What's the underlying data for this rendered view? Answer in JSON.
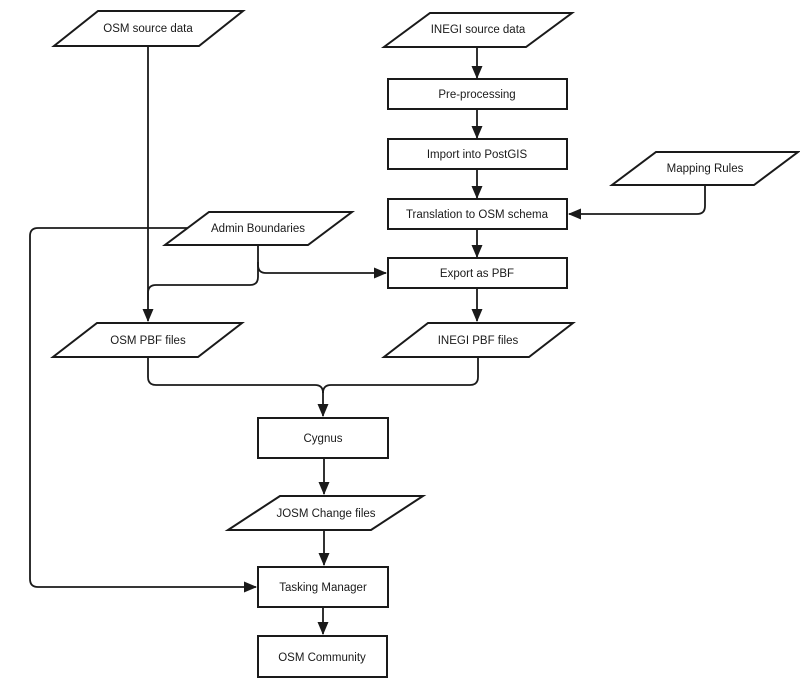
{
  "diagram": {
    "type": "flowchart",
    "colors": {
      "stroke": "#1a1a1a",
      "node_fill": "#ffffff",
      "background": "#ffffff"
    },
    "nodes": [
      {
        "id": "osm-source-data",
        "label": "OSM source data",
        "shape": "parallelogram"
      },
      {
        "id": "inegi-source-data",
        "label": "INEGI source data",
        "shape": "parallelogram"
      },
      {
        "id": "pre-processing",
        "label": "Pre-processing",
        "shape": "rect"
      },
      {
        "id": "import-into-postgis",
        "label": "Import into PostGIS",
        "shape": "rect"
      },
      {
        "id": "mapping-rules",
        "label": "Mapping Rules",
        "shape": "parallelogram"
      },
      {
        "id": "translation-to-osm-schema",
        "label": "Translation to OSM schema",
        "shape": "rect"
      },
      {
        "id": "admin-boundaries",
        "label": "Admin Boundaries",
        "shape": "parallelogram"
      },
      {
        "id": "export-as-pbf",
        "label": "Export as PBF",
        "shape": "rect"
      },
      {
        "id": "osm-pbf-files",
        "label": "OSM PBF files",
        "shape": "parallelogram"
      },
      {
        "id": "inegi-pbf-files",
        "label": "INEGI PBF files",
        "shape": "parallelogram"
      },
      {
        "id": "cygnus",
        "label": "Cygnus",
        "shape": "rect"
      },
      {
        "id": "josm-change-files",
        "label": "JOSM Change files",
        "shape": "parallelogram"
      },
      {
        "id": "tasking-manager",
        "label": "Tasking Manager",
        "shape": "rect"
      },
      {
        "id": "osm-community",
        "label": "OSM Community",
        "shape": "rect"
      }
    ],
    "edges": [
      {
        "from": "osm-source-data",
        "to": "osm-pbf-files"
      },
      {
        "from": "inegi-source-data",
        "to": "pre-processing"
      },
      {
        "from": "pre-processing",
        "to": "import-into-postgis"
      },
      {
        "from": "import-into-postgis",
        "to": "translation-to-osm-schema"
      },
      {
        "from": "mapping-rules",
        "to": "translation-to-osm-schema"
      },
      {
        "from": "translation-to-osm-schema",
        "to": "export-as-pbf"
      },
      {
        "from": "admin-boundaries",
        "to": "export-as-pbf"
      },
      {
        "from": "admin-boundaries",
        "to": "osm-pbf-files"
      },
      {
        "from": "admin-boundaries",
        "to": "tasking-manager"
      },
      {
        "from": "export-as-pbf",
        "to": "inegi-pbf-files"
      },
      {
        "from": "osm-pbf-files",
        "to": "cygnus"
      },
      {
        "from": "inegi-pbf-files",
        "to": "cygnus"
      },
      {
        "from": "cygnus",
        "to": "josm-change-files"
      },
      {
        "from": "josm-change-files",
        "to": "tasking-manager"
      },
      {
        "from": "tasking-manager",
        "to": "osm-community"
      }
    ]
  }
}
